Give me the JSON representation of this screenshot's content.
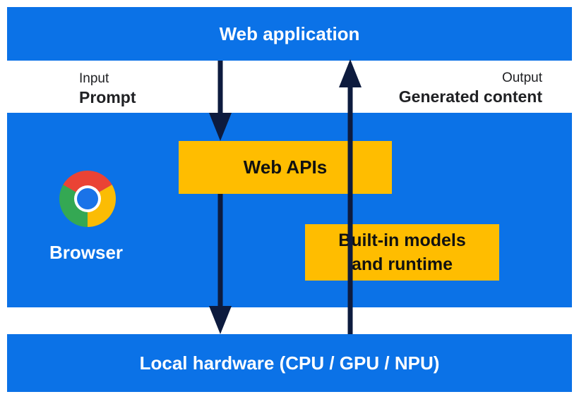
{
  "web_application": {
    "label": "Web application"
  },
  "input": {
    "caption": "Input",
    "title": "Prompt"
  },
  "output": {
    "caption": "Output",
    "title": "Generated content"
  },
  "browser": {
    "label": "Browser",
    "logo": "chrome-logo"
  },
  "web_apis": {
    "label": "Web APIs"
  },
  "builtin_models": {
    "line1": "Built-in models",
    "line2": "and runtime"
  },
  "local_hardware": {
    "label": "Local hardware (CPU / GPU / NPU)"
  },
  "colors": {
    "band_blue": "#0b72e7",
    "box_yellow": "#ffbd00",
    "arrow": "#0d1b3e"
  }
}
